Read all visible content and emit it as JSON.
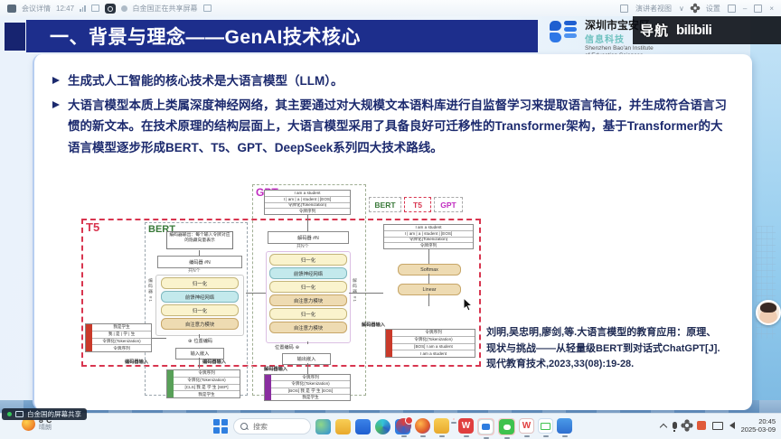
{
  "meeting_bar": {
    "meeting_info": "会议详情",
    "time": "12:47",
    "sharing_status": "白金国正在共享屏幕",
    "speaker_view": "演讲者视图",
    "settings": "设置"
  },
  "slide": {
    "title": "一、背景与理念——GenAI技术核心",
    "logo": {
      "cn": "深圳市宝安区",
      "cn2": "信息科技",
      "en_line1": "Shenzhen Bao'an Institute",
      "en_line2": "of Education Sciences"
    },
    "watermark": {
      "nav": "导航",
      "bilibili": "bilibili"
    },
    "bullets": [
      "生成式人工智能的核心技术是大语言模型（LLM）。",
      "大语言模型本质上类属深度神经网络，其主要通过对大规模文本语料库进行自监督学习来提取语言特征，并生成符合语言习惯的新文本。在技术原理的结构层面上，大语言模型采用了具备良好可迁移性的Transformer架构，基于Transformer的大语言模型逐步形成BERT、T5、GPT、DeepSeek系列四大技术路线。"
    ],
    "citation": [
      "刘明,吴忠明,廖剑,等.大语言模型的教育应用：原理、",
      "现状与挑战——从轻量级BERT到对话式ChatGPT[J].",
      "现代教育技术,2023,33(08):19-28."
    ]
  },
  "diagram": {
    "boxes": {
      "t5": "T5",
      "bert": "BERT",
      "gpt": "GPT"
    },
    "legend": [
      "BERT",
      "T5",
      "GPT"
    ],
    "encoder": {
      "note": "编码器输出：每个输入令牌对应的隐藏向量表示",
      "block": "编码器 #N",
      "count": "共N个",
      "stack": [
        "归一化",
        "前馈神经网络",
        "归一化",
        "自注意力模块"
      ],
      "side": "编码器 #1",
      "pos": "位置编码",
      "embed": "输入嵌入",
      "input_label": "编码器输入"
    },
    "decoder": {
      "block": "解码器 #N",
      "count": "共N个",
      "stack": [
        "归一化",
        "前馈神经网络",
        "归一化",
        "自注意力模块",
        "归一化",
        "自注意力模块"
      ],
      "side": "解码器 #1",
      "pos": "位置编码",
      "embed": "输出嵌入",
      "input_label": "解码器输入"
    },
    "t5_head": {
      "softmax": "Softmax",
      "linear": "Linear",
      "input_label": "解码器输入"
    },
    "tables": {
      "t5_input": [
        "我是学生",
        "我 | 是 | 学 | 生",
        "令牌化(Tokenization)",
        "令牌序列"
      ],
      "bert_input": [
        "令牌序列",
        "令牌化(Tokenization)",
        "[CLS] 我 是 学 生 [SEP]",
        "我是学生"
      ],
      "gpt_output": [
        "I am a student",
        "I | am | a | student | [EOS]",
        "令牌化(Tokenization)",
        "令牌序列"
      ],
      "gpt_input": [
        "令牌序列",
        "令牌化(Tokenization)",
        "[BOS] 我 是 学 生 [EOS]",
        "我是学生"
      ],
      "t5_output": [
        "I am a student",
        "I | am | a | student | [EOS]",
        "令牌化(Tokenization)",
        "令牌序列"
      ],
      "t5_decoder_input": [
        "令牌序列",
        "令牌化(Tokenization)",
        "[BOS] I am a student",
        "I am a student"
      ]
    }
  },
  "overlay": {
    "share_pill": "白金国的屏幕共享"
  },
  "taskbar": {
    "weather_temp": "8°C",
    "weather_desc": "晴朗",
    "search_placeholder": "搜索",
    "time": "20:45",
    "date": "2025-03-09"
  },
  "icons": {
    "dropdown": "∨",
    "minimize": "–",
    "close": "×",
    "pos": "⊕"
  }
}
